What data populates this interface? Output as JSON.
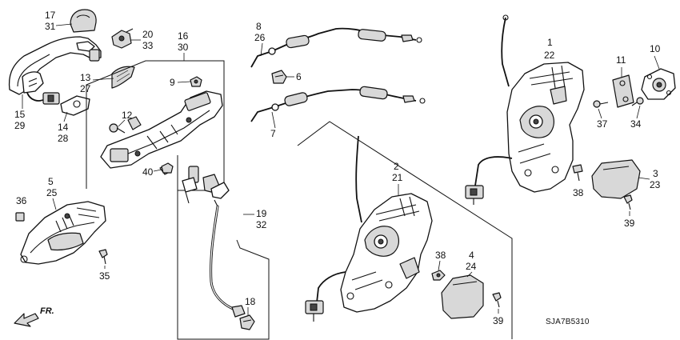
{
  "diagram": {
    "code": "SJA7B5310",
    "direction_label": "FR.",
    "callouts": {
      "c17": "17",
      "c31": "31",
      "c20": "20",
      "c33": "33",
      "c13": "13",
      "c27": "27",
      "c15": "15",
      "c29": "29",
      "c14": "14",
      "c28": "28",
      "c16": "16",
      "c30": "30",
      "c9": "9",
      "c12": "12",
      "c40": "40",
      "c5": "5",
      "c25": "25",
      "c36": "36",
      "c35": "35",
      "c8": "8",
      "c26": "26",
      "c6": "6",
      "c7": "7",
      "c19": "19",
      "c32": "32",
      "c18": "18",
      "c2": "2",
      "c21": "21",
      "c1": "1",
      "c22": "22",
      "c11": "11",
      "c10": "10",
      "c37": "37",
      "c34": "34",
      "c38a": "38",
      "c3": "3",
      "c23": "23",
      "c39a": "39",
      "c4": "4",
      "c24": "24",
      "c38b": "38",
      "c39b": "39"
    }
  }
}
